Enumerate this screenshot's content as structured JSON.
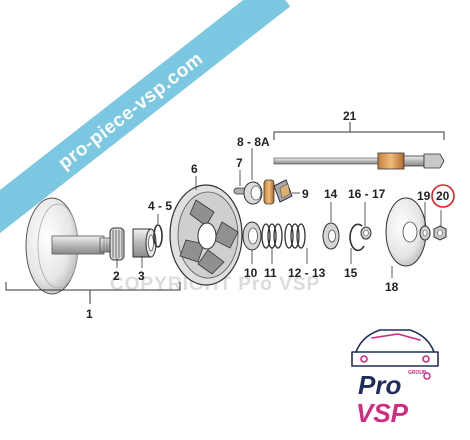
{
  "banner": {
    "text": "pro-piece-vsp.com",
    "color": "#7cc8e3"
  },
  "watermark": {
    "text": "COPYRIGHT Pro VSP"
  },
  "labels": {
    "p1": "1",
    "p2": "2",
    "p3": "3",
    "p4_5": "4 - 5",
    "p6": "6",
    "p7": "7",
    "p8_8a": "8 - 8A",
    "p9": "9",
    "p10": "10",
    "p11": "11",
    "p12_13": "12 - 13",
    "p14": "14",
    "p15": "15",
    "p16_17": "16 - 17",
    "p18": "18",
    "p19": "19",
    "p20": "20",
    "p21": "21"
  },
  "highlight": {
    "part": "20",
    "color": "#e02020"
  },
  "logo": {
    "group_text": "GROUP",
    "line1": "Pro",
    "line2": "VSP",
    "primary_color": "#1f2e5c",
    "accent_color": "#d12a7f"
  }
}
